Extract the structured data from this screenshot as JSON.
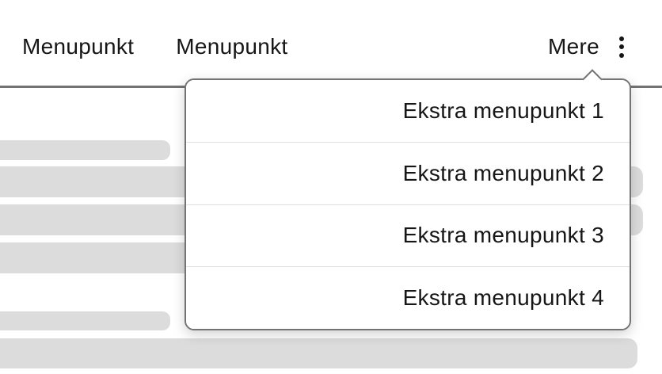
{
  "nav": {
    "items": [
      {
        "label": "Menupunkt"
      },
      {
        "label": "Menupunkt"
      }
    ],
    "more": {
      "label": "Mere",
      "icon": "overflow-menu-vertical-icon"
    }
  },
  "dropdown": {
    "items": [
      {
        "label": "Ekstra menupunkt 1"
      },
      {
        "label": "Ekstra menupunkt 2"
      },
      {
        "label": "Ekstra menupunkt 3"
      },
      {
        "label": "Ekstra menupunkt 4"
      }
    ]
  },
  "skeleton": {
    "short_bar_count": 2,
    "wide_bar_count": 4
  },
  "colors": {
    "text": "#161616",
    "border_gray": "#737373",
    "skeleton_bar": "#dcdcdc",
    "divider": "#e0e0e0",
    "panel_bg": "#ffffff"
  }
}
